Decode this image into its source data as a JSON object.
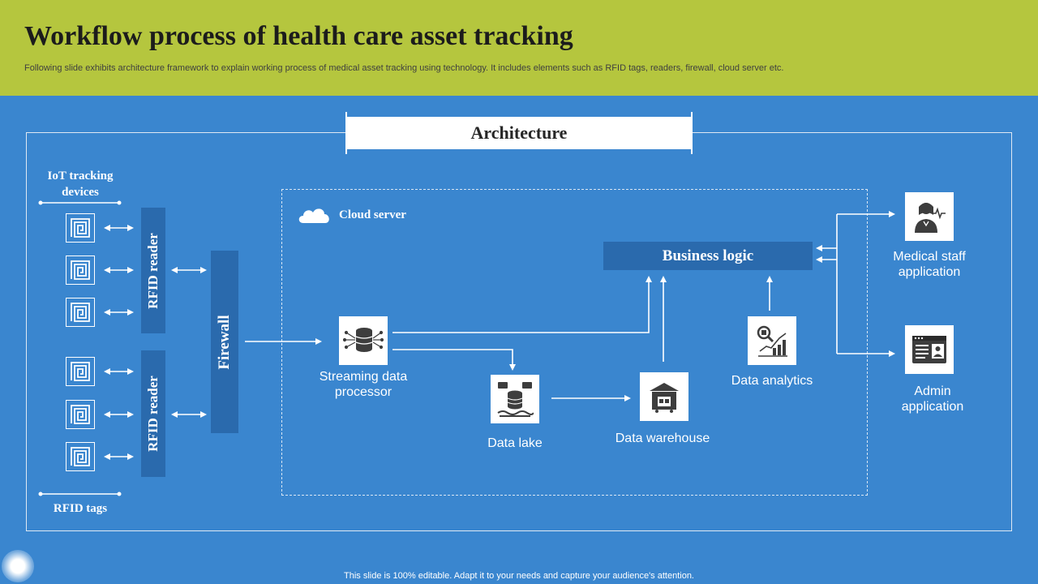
{
  "header": {
    "title": "Workflow process of health care asset tracking",
    "subtitle": "Following slide exhibits architecture framework to explain working process of medical asset tracking using technology. It includes elements such as RFID tags, readers, firewall, cloud server etc."
  },
  "diagram": {
    "section_title": "Architecture",
    "iot_label": "IoT tracking devices",
    "rfid_tags_label": "RFID tags",
    "reader_labels": [
      "RFID reader",
      "RFID reader"
    ],
    "firewall_label": "Firewall",
    "cloud_label": "Cloud server",
    "business_logic_label": "Business logic",
    "nodes": {
      "streaming": "Streaming data processor",
      "lake": "Data lake",
      "warehouse": "Data warehouse",
      "analytics": "Data analytics",
      "medical": "Medical staff application",
      "admin": "Admin application"
    },
    "icons": {
      "tag": "rfid-tag-icon",
      "cloud": "cloud-icon",
      "streaming": "server-database-icon",
      "lake": "data-lake-icon",
      "warehouse": "warehouse-icon",
      "analytics": "analytics-chart-icon",
      "medical": "doctor-icon",
      "admin": "admin-dashboard-icon"
    }
  },
  "footer": {
    "text": "This slide is 100% editable. Adapt it to your needs and capture your audience's attention."
  }
}
